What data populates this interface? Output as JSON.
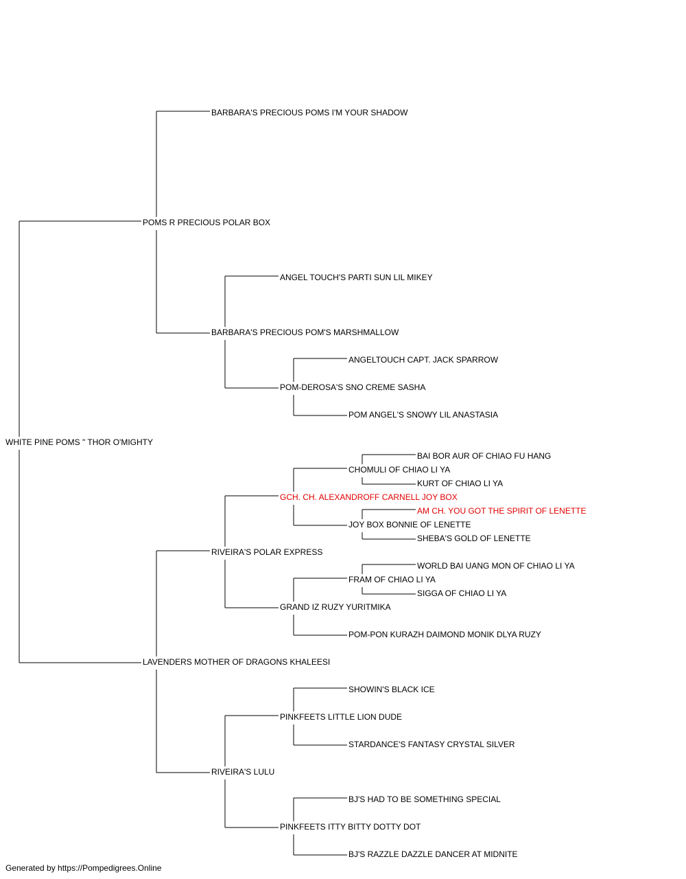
{
  "colors": {
    "text": "#000000",
    "highlight": "#e00000",
    "line": "#000000"
  },
  "pedigree": {
    "subject": {
      "name": "WHITE PINE POMS \" THOR O'MIGHTY"
    },
    "ancestors": [
      {
        "id": "g1",
        "name": "POMS R PRECIOUS POLAR BOX",
        "parent": "root"
      },
      {
        "id": "g2",
        "name": "LAVENDERS MOTHER OF DRAGONS KHALEESI",
        "parent": "root"
      },
      {
        "id": "g1a",
        "name": "BARBARA'S PRECIOUS POMS I'M YOUR SHADOW",
        "parent": "g1"
      },
      {
        "id": "g1b",
        "name": "BARBARA'S PRECIOUS POM'S MARSHMALLOW",
        "parent": "g1"
      },
      {
        "id": "g1b1",
        "name": "ANGEL TOUCH'S PARTI SUN LIL MIKEY",
        "parent": "g1b"
      },
      {
        "id": "g1b2",
        "name": "POM-DEROSA'S SNO CREME SASHA",
        "parent": "g1b"
      },
      {
        "id": "g1b2a",
        "name": "ANGELTOUCH CAPT. JACK SPARROW",
        "parent": "g1b2"
      },
      {
        "id": "g1b2b",
        "name": "POM ANGEL'S SNOWY LIL ANASTASIA",
        "parent": "g1b2"
      },
      {
        "id": "g2a",
        "name": "RIVEIRA'S POLAR EXPRESS",
        "parent": "g2"
      },
      {
        "id": "g2b",
        "name": "RIVEIRA'S LULU",
        "parent": "g2"
      },
      {
        "id": "g2a1",
        "name": "GCH. CH. ALEXANDROFF CARNELL JOY BOX",
        "parent": "g2a",
        "highlight": true
      },
      {
        "id": "g2a2",
        "name": "GRAND IZ RUZY YURITMIKA",
        "parent": "g2a"
      },
      {
        "id": "g2a1a",
        "name": "CHOMULI OF CHIAO LI YA",
        "parent": "g2a1"
      },
      {
        "id": "g2a1b",
        "name": "JOY BOX BONNIE OF LENETTE",
        "parent": "g2a1"
      },
      {
        "id": "g2a1a1",
        "name": "BAI BOR AUR OF CHIAO FU HANG",
        "parent": "g2a1a"
      },
      {
        "id": "g2a1a2",
        "name": "KURT OF CHIAO LI YA",
        "parent": "g2a1a"
      },
      {
        "id": "g2a1b1",
        "name": "AM CH. YOU GOT THE SPIRIT OF LENETTE",
        "parent": "g2a1b",
        "highlight": true
      },
      {
        "id": "g2a1b2",
        "name": "SHEBA'S GOLD OF LENETTE",
        "parent": "g2a1b"
      },
      {
        "id": "g2a2a",
        "name": "FRAM OF CHIAO LI YA",
        "parent": "g2a2"
      },
      {
        "id": "g2a2b",
        "name": "POM-PON KURAZH DAIMOND MONIK DLYA RUZY",
        "parent": "g2a2"
      },
      {
        "id": "g2a2a1",
        "name": "WORLD BAI UANG MON OF CHIAO LI YA",
        "parent": "g2a2a"
      },
      {
        "id": "g2a2a2",
        "name": "SIGGA OF CHIAO LI YA",
        "parent": "g2a2a"
      },
      {
        "id": "g2b1",
        "name": "PINKFEETS LITTLE LION DUDE",
        "parent": "g2b"
      },
      {
        "id": "g2b2",
        "name": "PINKFEETS ITTY BITTY DOTTY DOT",
        "parent": "g2b"
      },
      {
        "id": "g2b1a",
        "name": "SHOWIN'S BLACK ICE",
        "parent": "g2b1"
      },
      {
        "id": "g2b1b",
        "name": "STARDANCE'S FANTASY CRYSTAL SILVER",
        "parent": "g2b1"
      },
      {
        "id": "g2b2a",
        "name": "BJ'S HAD TO BE SOMETHING SPECIAL",
        "parent": "g2b2"
      },
      {
        "id": "g2b2b",
        "name": "BJ'S RAZZLE DAZZLE DANCER AT MIDNITE",
        "parent": "g2b2"
      }
    ]
  },
  "footer": {
    "credit": "Generated by https://Pompedigrees.Online"
  }
}
